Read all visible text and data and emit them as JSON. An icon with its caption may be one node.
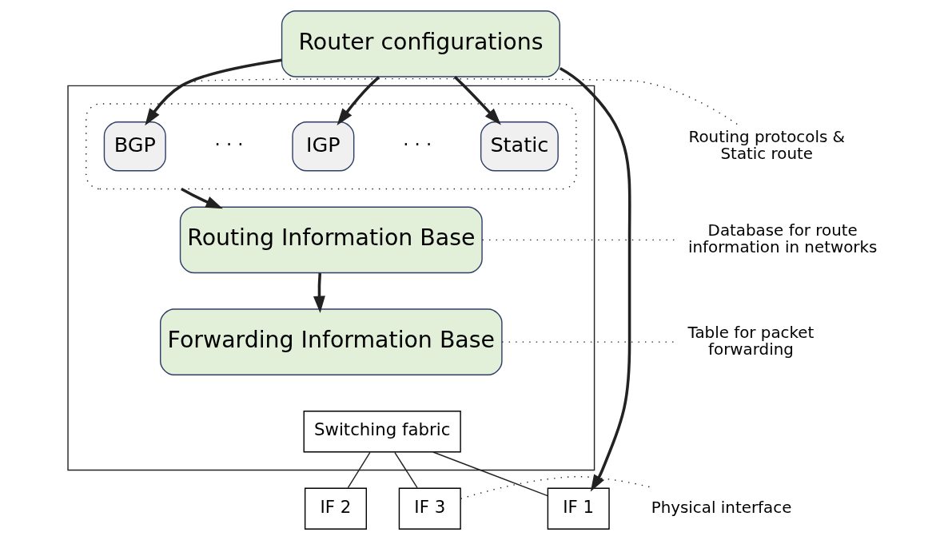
{
  "diagram": {
    "nodes": [
      {
        "text": [
          "Router configurations"
        ]
      },
      {
        "text": [],
        "shape": "box"
      },
      {
        "text": [],
        "shape": "box",
        "in": 1
      },
      {
        "text": [
          "BGP"
        ],
        "in": 2
      },
      {
        "text": [
          "IGP"
        ],
        "in": 2
      },
      {
        "text": [
          "Static"
        ],
        "in": 2
      },
      {
        "text": [
          "Routing Information Base"
        ],
        "in": 1
      },
      {
        "text": [
          "Forwarding Information Base"
        ],
        "in": 1
      },
      {
        "text": [
          "Switching fabric"
        ],
        "in": 1
      },
      {
        "text": [
          "IF 1"
        ]
      },
      {
        "text": [
          "IF 2"
        ]
      },
      {
        "text": [
          "IF 3"
        ]
      },
      {
        "text": [
          "Routing protocols & Static route"
        ]
      },
      {
        "text": [
          "Database for route information in networks"
        ]
      },
      {
        "text": [
          "Table for packet forwarding"
        ]
      },
      {
        "text": [
          "Physical interface"
        ]
      }
    ],
    "edges": [
      {
        "from": 0,
        "to": 3,
        "arrow": "to",
        "style": "thick"
      },
      {
        "from": 0,
        "to": 4,
        "arrow": "to",
        "style": "thick"
      },
      {
        "from": 0,
        "to": 5,
        "arrow": "to",
        "style": "thick"
      },
      {
        "from": 0,
        "to": 9,
        "arrow": "to",
        "style": "thick"
      },
      {
        "from": 2,
        "to": 6,
        "arrow": "to",
        "style": "thick"
      },
      {
        "from": 6,
        "to": 7,
        "arrow": "to",
        "style": "thick"
      },
      {
        "from": 8,
        "to": 9,
        "arrow": "none"
      },
      {
        "from": 8,
        "to": 10,
        "arrow": "none"
      },
      {
        "from": 8,
        "to": 11,
        "arrow": "none"
      },
      {
        "from": 2,
        "to": 12,
        "arrow": "none",
        "style": "dashed"
      },
      {
        "from": 6,
        "to": 13,
        "arrow": "none",
        "style": "dashed"
      },
      {
        "from": 7,
        "to": 14,
        "arrow": "none",
        "style": "dashed"
      },
      {
        "from": 11,
        "to": 15,
        "arrow": "none",
        "style": "dashed"
      }
    ],
    "labels": [
      "· · ·",
      "· · ·"
    ]
  }
}
